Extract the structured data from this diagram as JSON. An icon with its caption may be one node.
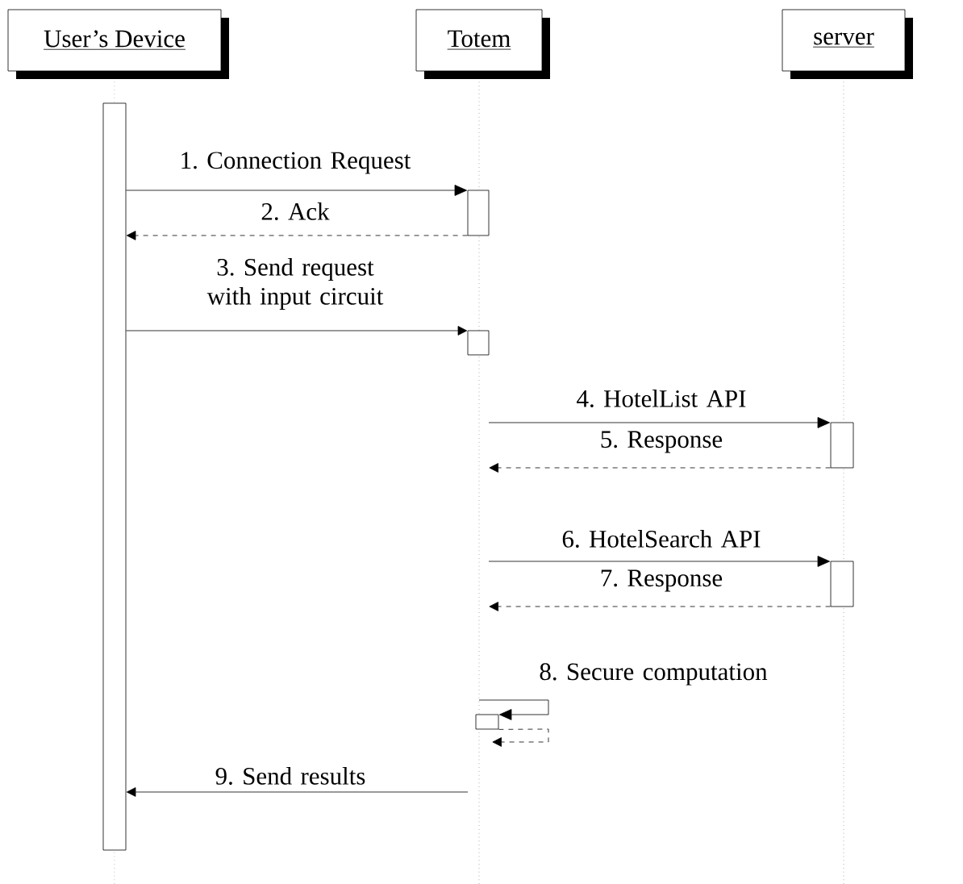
{
  "diagram": {
    "nodes": [
      {
        "text": [
          "User’s Device"
        ]
      },
      {
        "text": [
          "Totem"
        ]
      },
      {
        "text": [
          "server"
        ]
      },
      {
        "text": [],
        "shape": "bar"
      },
      {
        "text": [],
        "shape": "bar"
      },
      {
        "text": [],
        "shape": "bar"
      },
      {
        "text": [],
        "shape": "bar"
      },
      {
        "text": [],
        "shape": "bar"
      },
      {
        "text": [],
        "shape": "bar"
      }
    ],
    "edges": [
      {
        "from": 3,
        "to": 4,
        "arrow": "to",
        "label": "1. Connection Request"
      },
      {
        "from": 4,
        "to": 3,
        "arrow": "to",
        "label": "2. Ack",
        "style": "dashed"
      },
      {
        "from": 3,
        "to": 5,
        "arrow": "to",
        "label": "3. Send request with input circuit"
      },
      {
        "from": null,
        "to": 6,
        "arrow": "to",
        "label": "4. HotelList API"
      },
      {
        "from": 6,
        "to": null,
        "arrow": "to",
        "label": "5. Response",
        "style": "dashed"
      },
      {
        "from": null,
        "to": 7,
        "arrow": "to",
        "label": "6. HotelSearch API"
      },
      {
        "from": 7,
        "to": null,
        "arrow": "to",
        "label": "7. Response",
        "style": "dashed"
      },
      {
        "from": null,
        "to": 8,
        "arrow": "to",
        "label": "8. Secure computation"
      },
      {
        "from": 8,
        "to": null,
        "arrow": "to",
        "style": "dashed"
      },
      {
        "from": null,
        "to": 3,
        "arrow": "to",
        "label": "9. Send results"
      }
    ]
  }
}
